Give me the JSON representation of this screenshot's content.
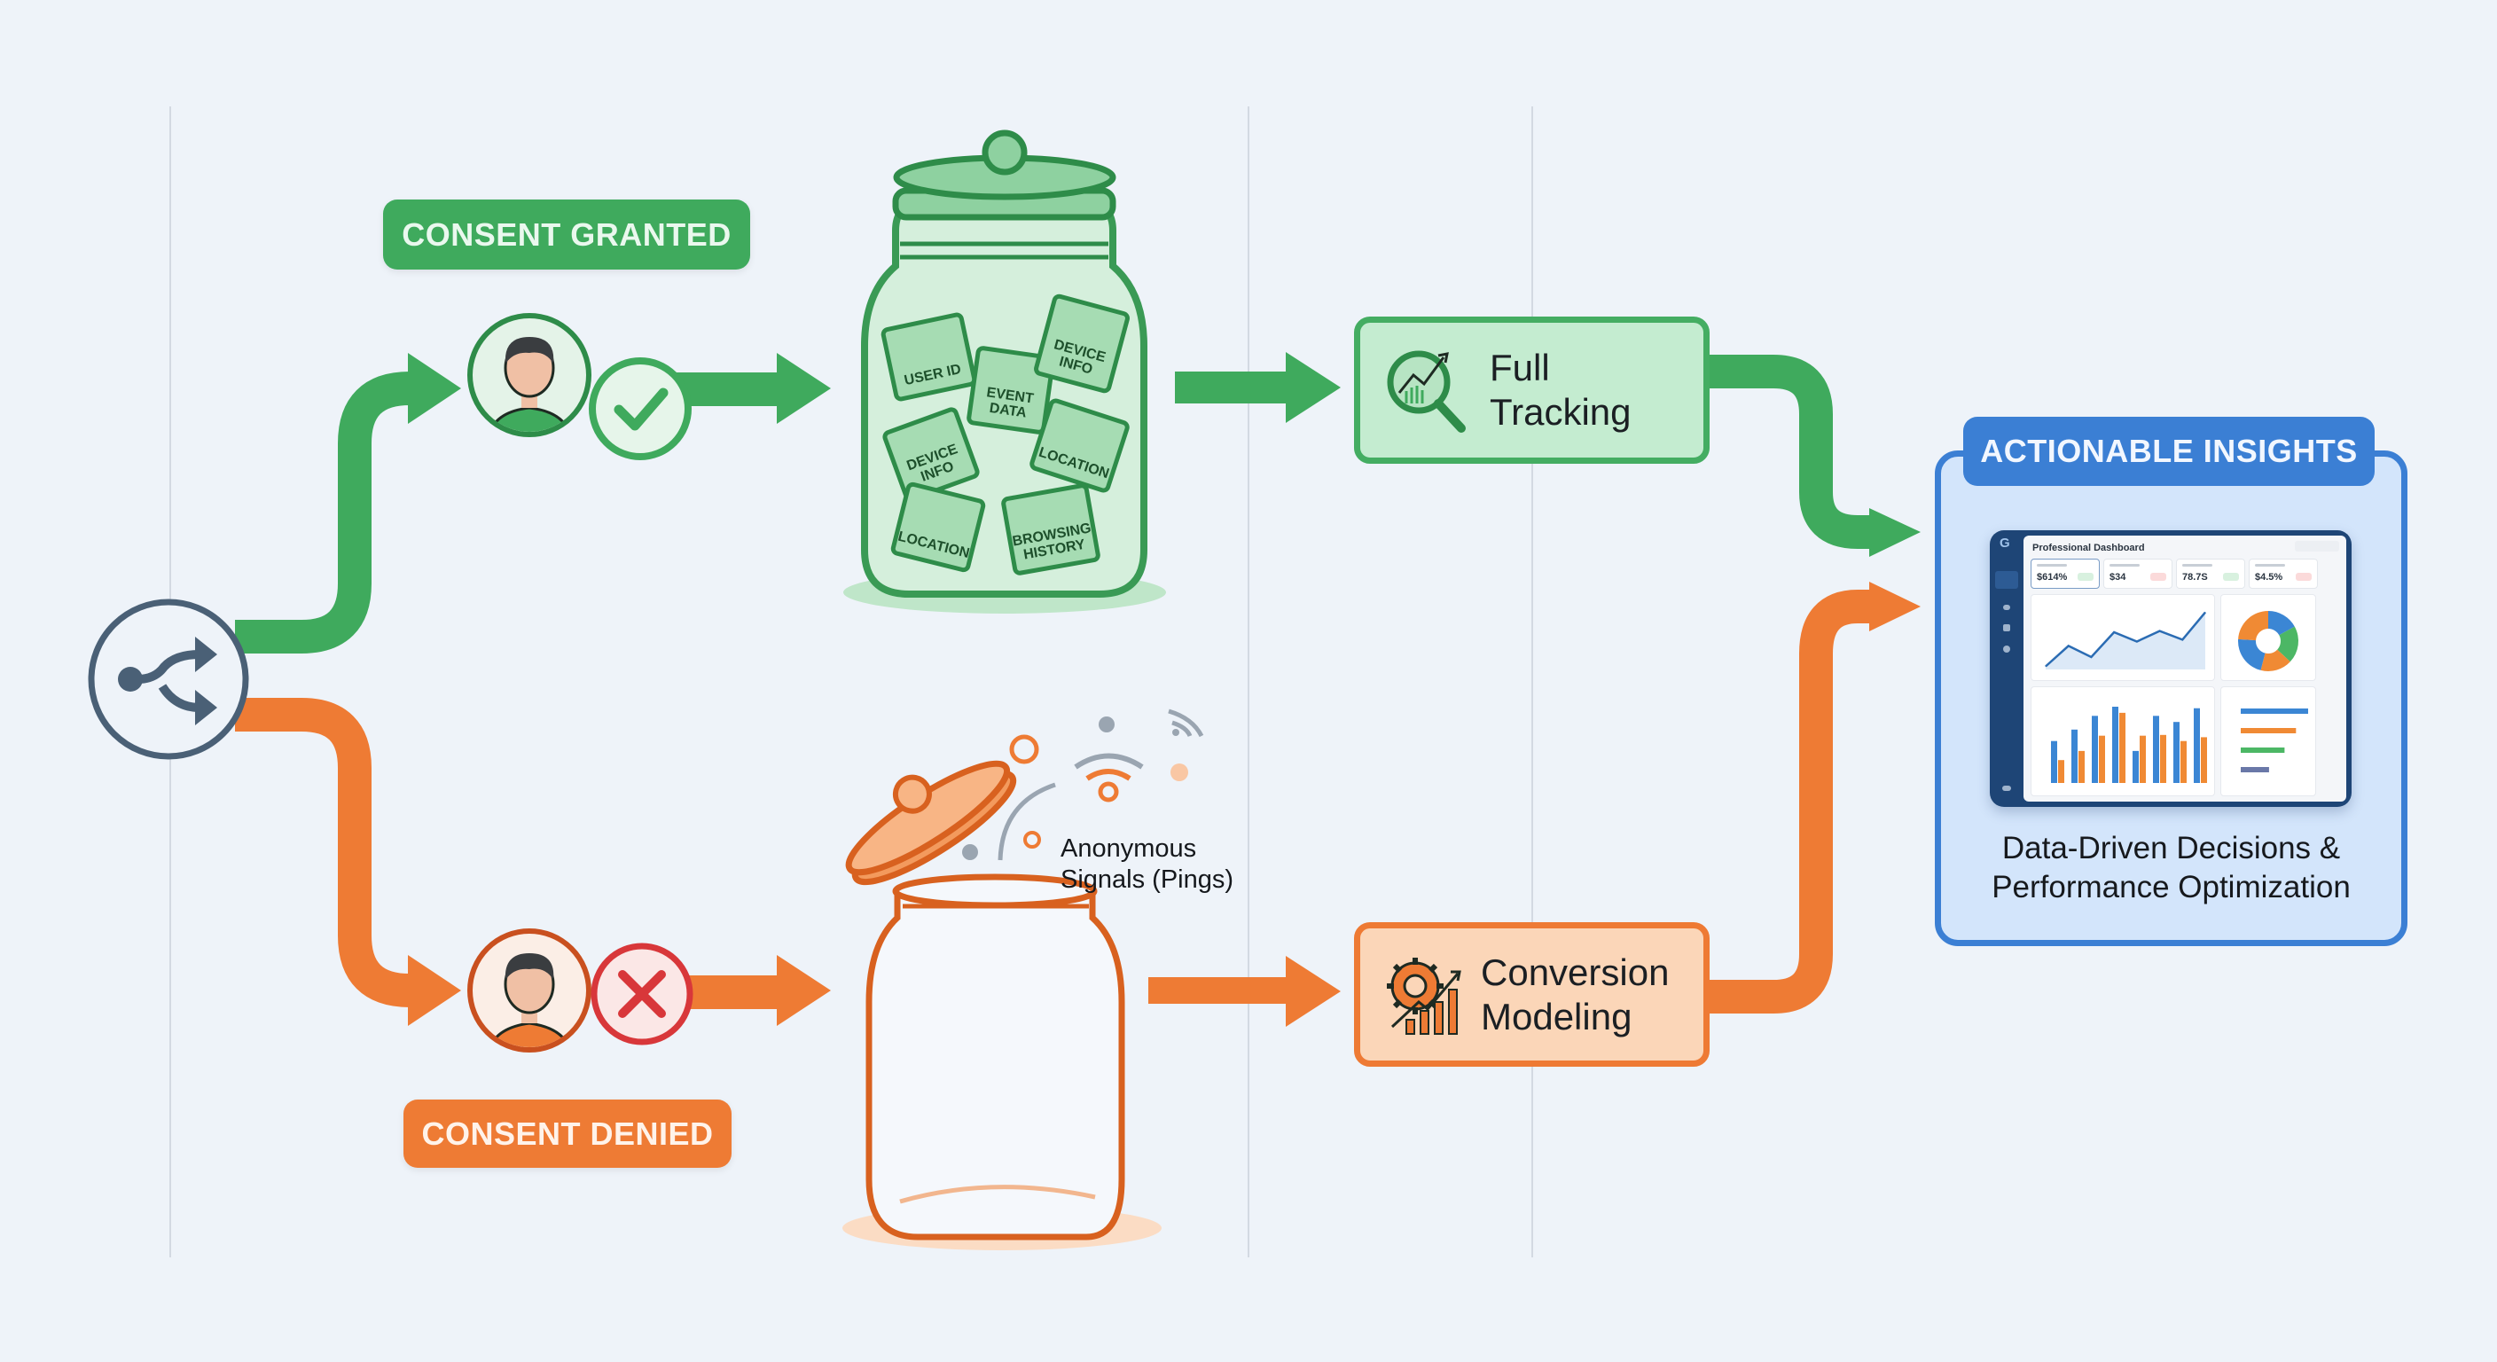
{
  "diagram": {
    "title": "Consent-based data flow",
    "colors": {
      "granted": "#3faa5d",
      "granted_dark": "#2e8c49",
      "denied": "#ee7b34",
      "denied_dark": "#d8611f",
      "insights": "#3b7fd4",
      "splitter": "#4a6076",
      "background": "#eef3f9"
    },
    "splitter": {
      "icon": "split-arrows-icon"
    },
    "granted_path": {
      "label": "CONSENT GRANTED",
      "avatar_icon": "user-avatar-icon",
      "status_icon": "checkmark-icon",
      "jar": {
        "state": "full, lid closed",
        "cards": [
          "USER ID",
          "EVENT DATA",
          "DEVICE INFO",
          "DEVICE INFO",
          "LOCATION",
          "LOCATION",
          "BROWSING HISTORY"
        ]
      },
      "stage": {
        "line1": "Full",
        "line2": "Tracking",
        "icon": "magnifier-chart-icon"
      }
    },
    "denied_path": {
      "label": "CONSENT DENIED",
      "avatar_icon": "user-avatar-icon",
      "status_icon": "x-mark-icon",
      "jar": {
        "state": "empty, lid open"
      },
      "signals": {
        "line1": "Anonymous",
        "line2": "Signals (Pings)",
        "icon": "wifi-signal-icon"
      },
      "stage": {
        "line1": "Conversion",
        "line2": "Modeling",
        "icon": "gear-bar-chart-icon"
      }
    },
    "outcome": {
      "badge": "ACTIONABLE INSIGHTS",
      "caption_line1": "Data-Driven Decisions &",
      "caption_line2": "Performance Optimization",
      "dashboard": {
        "title": "Professional Dashboard",
        "logo": "G",
        "kpis": [
          {
            "value": "$614%",
            "trend": "up"
          },
          {
            "value": "$34",
            "trend": "down"
          },
          {
            "value": "78.7S",
            "trend": "up"
          },
          {
            "value": "$4.5%",
            "trend": "down"
          }
        ],
        "line_series": [
          0.05,
          0.38,
          0.2,
          0.6,
          0.45,
          0.62,
          0.48,
          0.92
        ],
        "donut_slices": [
          {
            "color": "#3b86d4",
            "fraction": 0.17
          },
          {
            "color": "#4cb765",
            "fraction": 0.2
          },
          {
            "color": "#f08a34",
            "fraction": 0.17
          },
          {
            "color": "#3b86d4",
            "fraction": 0.22
          },
          {
            "color": "#f08a34",
            "fraction": 0.24
          }
        ],
        "bar_pairs": [
          [
            0.55,
            0.3
          ],
          [
            0.7,
            0.42
          ],
          [
            0.88,
            0.62
          ],
          [
            1.0,
            0.92
          ],
          [
            0.42,
            0.62
          ],
          [
            0.88,
            0.63
          ],
          [
            0.8,
            0.55
          ],
          [
            0.98,
            0.6
          ]
        ],
        "hbars": [
          {
            "color": "#3b86d4",
            "value": 1.0
          },
          {
            "color": "#f08a34",
            "value": 0.82
          },
          {
            "color": "#4cb765",
            "value": 0.65
          },
          {
            "color": "#6a78a8",
            "value": 0.42
          }
        ]
      }
    }
  }
}
